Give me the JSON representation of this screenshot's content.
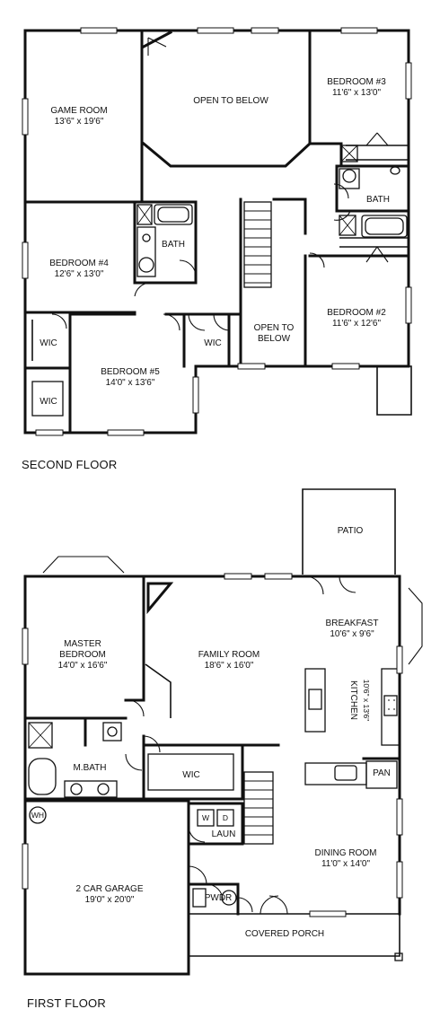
{
  "floors": {
    "second": {
      "title": "SECOND FLOOR",
      "rooms": {
        "game_room": {
          "name": "GAME ROOM",
          "dims": "13'6\" x 19'6\""
        },
        "open_to_below_1": {
          "name": "OPEN TO BELOW"
        },
        "bedroom3": {
          "name": "BEDROOM #3",
          "dims": "11'6\" x 13'0\""
        },
        "bath_right": {
          "name": "BATH"
        },
        "bath_left": {
          "name": "BATH"
        },
        "bedroom4": {
          "name": "BEDROOM #4",
          "dims": "12'6\" x 13'0\""
        },
        "open_to_below_2": {
          "name_line1": "OPEN TO",
          "name_line2": "BELOW"
        },
        "bedroom2": {
          "name": "BEDROOM #2",
          "dims": "11'6\" x 12'6\""
        },
        "wic_1": {
          "name": "WIC"
        },
        "wic_2": {
          "name": "WIC"
        },
        "wic_3": {
          "name": "WIC"
        },
        "bedroom5": {
          "name": "BEDROOM #5",
          "dims": "14'0\" x 13'6\""
        }
      }
    },
    "first": {
      "title": "FIRST FLOOR",
      "rooms": {
        "patio": {
          "name": "PATIO"
        },
        "breakfast": {
          "name": "BREAKFAST",
          "dims": "10'6\" x 9'6\""
        },
        "master": {
          "name_line1": "MASTER",
          "name_line2": "BEDROOM",
          "dims": "14'0\" x 16'6\""
        },
        "family": {
          "name": "FAMILY ROOM",
          "dims": "18'6\" x 16'0\""
        },
        "kitchen": {
          "name": "KITCHEN",
          "dims": "10'6\" x 13'6\""
        },
        "mbath": {
          "name": "M.BATH"
        },
        "wic": {
          "name": "WIC"
        },
        "pan": {
          "name": "PAN"
        },
        "wh": {
          "name": "WH"
        },
        "washer": {
          "name": "W"
        },
        "dryer": {
          "name": "D"
        },
        "laun": {
          "name": "LAUN"
        },
        "dining": {
          "name": "DINING ROOM",
          "dims": "11'0\" x 14'0\""
        },
        "garage": {
          "name": "2 CAR GARAGE",
          "dims": "19'0\" x 20'0\""
        },
        "pwdr": {
          "name": "PWDR"
        },
        "porch": {
          "name": "COVERED PORCH"
        }
      }
    }
  }
}
